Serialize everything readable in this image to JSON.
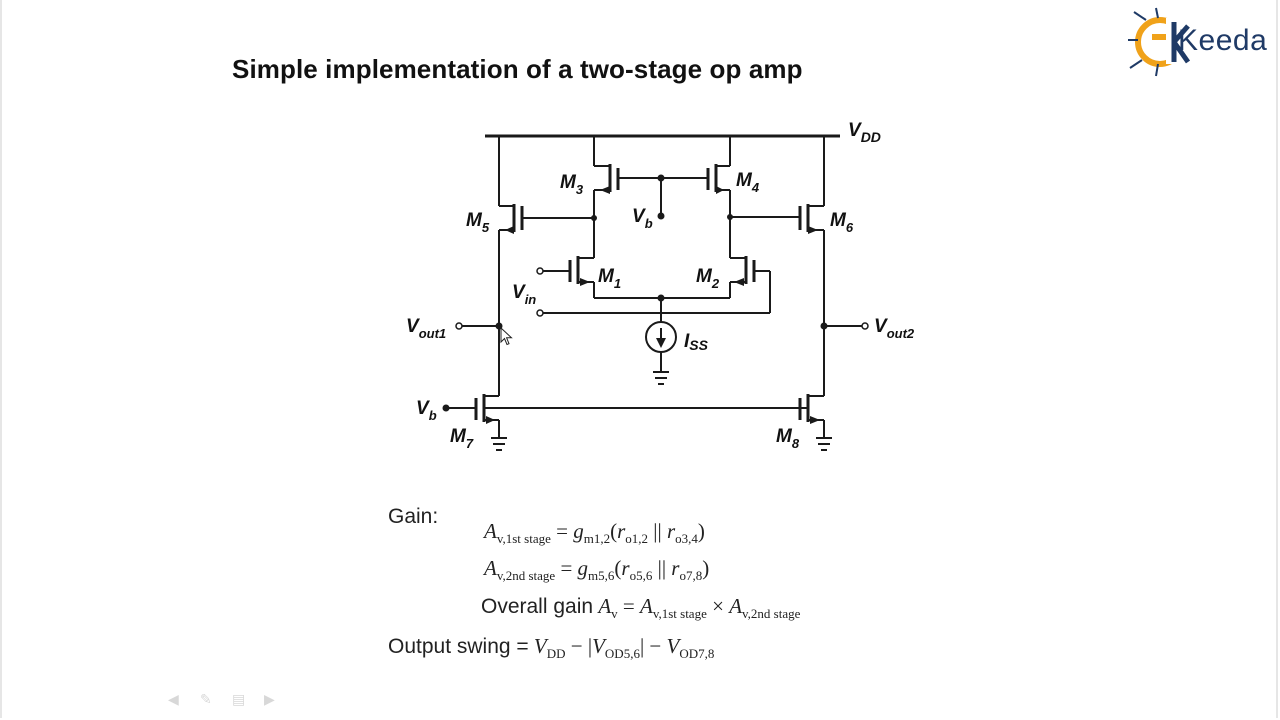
{
  "slide": {
    "title": "Simple implementation of a two-stage op amp",
    "logo_text": "Keeda"
  },
  "circuit": {
    "labels": {
      "vdd": "V",
      "vdd_sub": "DD",
      "m1": "M",
      "m1_sub": "1",
      "m2": "M",
      "m2_sub": "2",
      "m3": "M",
      "m3_sub": "3",
      "m4": "M",
      "m4_sub": "4",
      "m5": "M",
      "m5_sub": "5",
      "m6": "M",
      "m6_sub": "6",
      "m7": "M",
      "m7_sub": "7",
      "m8": "M",
      "m8_sub": "8",
      "vb_mid": "V",
      "vb_mid_sub": "b",
      "vb_left": "V",
      "vb_left_sub": "b",
      "vin": "V",
      "vin_sub": "in",
      "vout1": "V",
      "vout1_sub": "out1",
      "vout2": "V",
      "vout2_sub": "out2",
      "iss": "I",
      "iss_sub": "SS"
    }
  },
  "equations": {
    "gain_label": "Gain:",
    "stage1_lhs": "A",
    "stage1_lhs_sub": "v,1st stage",
    "stage1_eq": "=",
    "stage1_gm": "g",
    "stage1_gm_sub": "m1,2",
    "stage1_ro1": "r",
    "stage1_ro1_sub": "o1,2",
    "stage1_par": "||",
    "stage1_ro2": "r",
    "stage1_ro2_sub": "o3,4",
    "stage2_lhs": "A",
    "stage2_lhs_sub": "v,2nd stage",
    "stage2_eq": "=",
    "stage2_gm": "g",
    "stage2_gm_sub": "m5,6",
    "stage2_ro1": "r",
    "stage2_ro1_sub": "o5,6",
    "stage2_par": "||",
    "stage2_ro2": "r",
    "stage2_ro2_sub": "o7,8",
    "overall_label": "Overall gain",
    "overall_lhs": "A",
    "overall_lhs_sub": "v",
    "overall_eq": "=",
    "overall_t1": "A",
    "overall_t1_sub": "v,1st stage",
    "overall_times": "×",
    "overall_t2": "A",
    "overall_t2_sub": "v,2nd stage",
    "swing_label": "Output swing =",
    "swing_vdd": "V",
    "swing_vdd_sub": "DD",
    "swing_minus1": "−",
    "swing_vod1": "V",
    "swing_vod1_sub": "OD5,6",
    "swing_minus2": "−",
    "swing_vod2": "V",
    "swing_vod2_sub": "OD7,8"
  },
  "colors": {
    "logo_orange": "#f0a21a",
    "logo_navy": "#1f3a66"
  },
  "icons": [
    "logo-bug-icon",
    "mouse-cursor-icon",
    "prev-slide-icon",
    "pen-icon",
    "slides-icon",
    "next-slide-icon"
  ]
}
